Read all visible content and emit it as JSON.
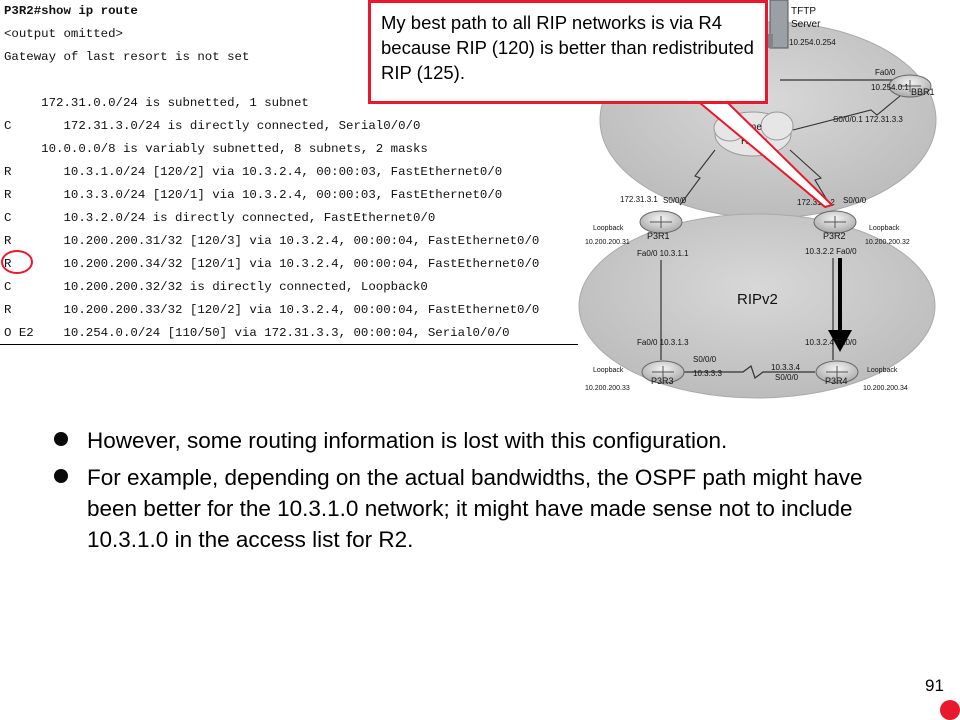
{
  "terminal": {
    "lines": [
      "P3R2#show ip route",
      "<output omitted>",
      "Gateway of last resort is not set",
      "",
      "     172.31.0.0/24 is subnetted, 1 subnet",
      "C       172.31.3.0/24 is directly connected, Serial0/0/0",
      "     10.0.0.0/8 is variably subnetted, 8 subnets, 2 masks",
      "R       10.3.1.0/24 [120/2] via 10.3.2.4, 00:00:03, FastEthernet0/0",
      "R       10.3.3.0/24 [120/1] via 10.3.2.4, 00:00:03, FastEthernet0/0",
      "C       10.3.2.0/24 is directly connected, FastEthernet0/0",
      "R       10.200.200.31/32 [120/3] via 10.3.2.4, 00:00:04, FastEthernet0/0",
      "R       10.200.200.34/32 [120/1] via 10.3.2.4, 00:00:04, FastEthernet0/0",
      "C       10.200.200.32/32 is directly connected, Loopback0",
      "R       10.200.200.33/32 [120/2] via 10.3.2.4, 00:00:04, FastEthernet0/0",
      "O E2    10.254.0.0/24 [110/50] via 172.31.3.3, 00:00:04, Serial0/0/0"
    ]
  },
  "callout": {
    "text": "My best path to all RIP networks is via R4 because RIP (120) is better than redistributed RIP (125)."
  },
  "diagram": {
    "tftp_title": "TFTP",
    "tftp_sub": "Server",
    "tftp_ip": "10.254.0.254",
    "bbr1_label": "BBR1",
    "bbr1_fa": "Fa0/0",
    "bbr1_ip": "10.254.0.1",
    "bbr1_serial": "S0/0/0.1 172.31.3.3",
    "frame_relay_1": "Frame",
    "frame_relay_2": "Relay",
    "p3r1_label": "P3R1",
    "p3r1_serial_ip": "172.31.3.1",
    "p3r1_serial": "S0/0/0",
    "p3r1_loopback": "Loopback",
    "p3r1_loopback_ip": "10.200.200.31",
    "p3r1_fa": "Fa0/0 10.3.1.1",
    "p3r2_label": "P3R2",
    "p3r2_serial_ip": "172.31.3.2",
    "p3r2_serial": "S0/0/0",
    "p3r2_loopback": "Loopback",
    "p3r2_loopback_ip": "10.200.200.32",
    "p3r2_fa": "10.3.2.2 Fa0/0",
    "ripv2_label": "RIPv2",
    "p3r3_label": "P3R3",
    "p3r3_fa": "Fa0/0 10.3.1.3",
    "p3r3_serial": "S0/0/0",
    "p3r3_serial_ip": "10.3.3.3",
    "p3r3_loopback": "Loopback",
    "p3r3_loopback_ip": "10.200.200.33",
    "p3r4_label": "P3R4",
    "p3r4_fa": "10.3.2.4 Fa0/0",
    "p3r4_serial_ip": "10.3.3.4",
    "p3r4_serial": "S0/0/0",
    "p3r4_loopback": "Loopback",
    "p3r4_loopback_ip": "10.200.200.34"
  },
  "bullets": [
    "However, some routing information is lost with this configuration.",
    "For example, depending on the actual bandwidths, the OSPF path might have been better for the 10.3.1.0 network; it might have made sense not to include 10.3.1.0 in the access list for R2."
  ],
  "page_number": "91",
  "colors": {
    "accent_red": "#e8192c",
    "ellipse_gray": "#c9c9c9"
  }
}
